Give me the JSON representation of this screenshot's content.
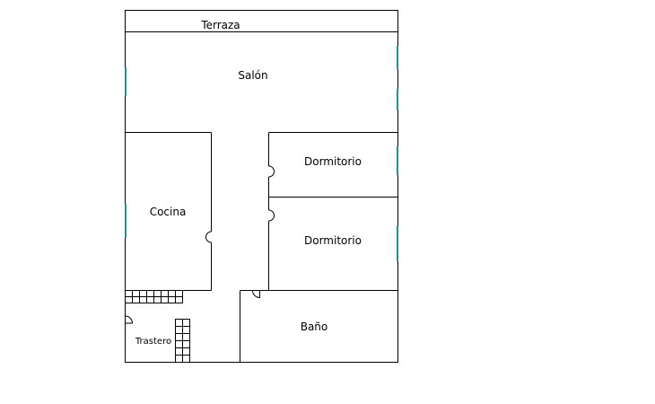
{
  "colors": {
    "wall": "#000000",
    "window": "#2e8b8b",
    "background": "#ffffff"
  },
  "rooms": {
    "terraza": "Terraza",
    "salon": "Salón",
    "dormitorio_1": "Dormitorio",
    "dormitorio_2": "Dormitorio",
    "cocina": "Cocina",
    "bano": "Baño",
    "trastero": "Trastero"
  }
}
